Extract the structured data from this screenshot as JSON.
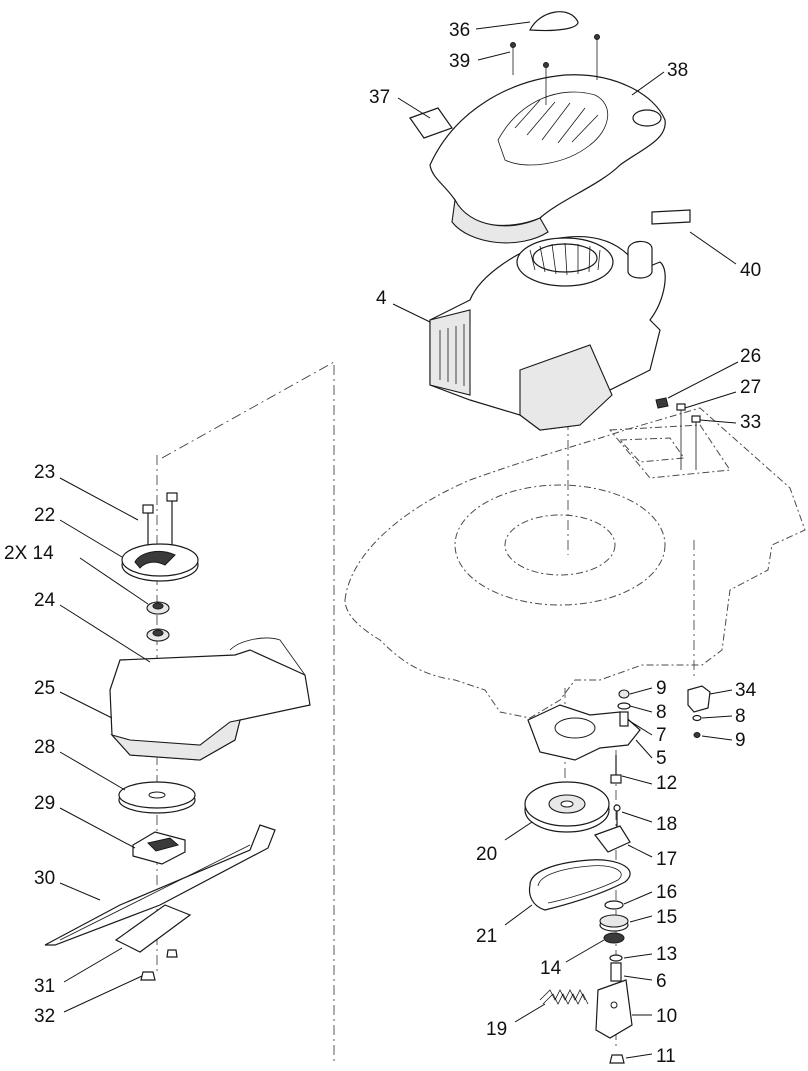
{
  "diagram": {
    "type": "exploded-parts-diagram",
    "callouts": [
      {
        "id": "c36",
        "label": "36"
      },
      {
        "id": "c39",
        "label": "39"
      },
      {
        "id": "c38",
        "label": "38"
      },
      {
        "id": "c37",
        "label": "37"
      },
      {
        "id": "c40",
        "label": "40"
      },
      {
        "id": "c4",
        "label": "4"
      },
      {
        "id": "c26",
        "label": "26"
      },
      {
        "id": "c27",
        "label": "27"
      },
      {
        "id": "c33",
        "label": "33"
      },
      {
        "id": "c23",
        "label": "23"
      },
      {
        "id": "c22",
        "label": "22"
      },
      {
        "id": "c2x14",
        "label": "2X 14"
      },
      {
        "id": "c24",
        "label": "24"
      },
      {
        "id": "c25",
        "label": "25"
      },
      {
        "id": "c28",
        "label": "28"
      },
      {
        "id": "c29",
        "label": "29"
      },
      {
        "id": "c30",
        "label": "30"
      },
      {
        "id": "c31",
        "label": "31"
      },
      {
        "id": "c32",
        "label": "32"
      },
      {
        "id": "c9a",
        "label": "9"
      },
      {
        "id": "c8a",
        "label": "8"
      },
      {
        "id": "c7",
        "label": "7"
      },
      {
        "id": "c5",
        "label": "5"
      },
      {
        "id": "c12",
        "label": "12"
      },
      {
        "id": "c34",
        "label": "34"
      },
      {
        "id": "c8b",
        "label": "8"
      },
      {
        "id": "c9b",
        "label": "9"
      },
      {
        "id": "c18",
        "label": "18"
      },
      {
        "id": "c20",
        "label": "20"
      },
      {
        "id": "c17",
        "label": "17"
      },
      {
        "id": "c16",
        "label": "16"
      },
      {
        "id": "c15",
        "label": "15"
      },
      {
        "id": "c21",
        "label": "21"
      },
      {
        "id": "c13",
        "label": "13"
      },
      {
        "id": "c14",
        "label": "14"
      },
      {
        "id": "c6",
        "label": "6"
      },
      {
        "id": "c10",
        "label": "10"
      },
      {
        "id": "c19",
        "label": "19"
      },
      {
        "id": "c11",
        "label": "11"
      }
    ]
  }
}
